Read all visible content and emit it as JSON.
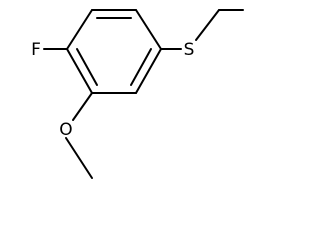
{
  "molecule": {
    "atoms": {
      "fluorine": "F",
      "sulfur": "S",
      "oxygen": "O"
    },
    "colors": {
      "bond": "#000000",
      "background": "#ffffff"
    }
  }
}
